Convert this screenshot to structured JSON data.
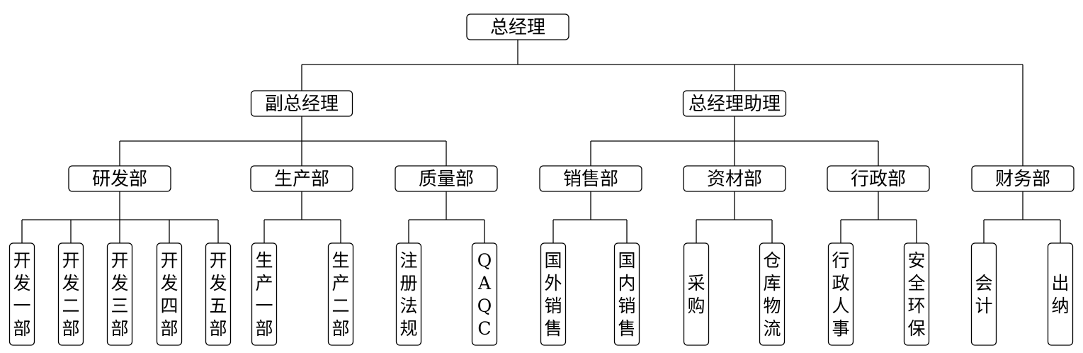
{
  "chart": {
    "root": "总经理",
    "level1": [
      "副总经理",
      "总经理助理"
    ],
    "departments": [
      "研发部",
      "生产部",
      "质量部",
      "销售部",
      "资材部",
      "行政部",
      "财务部"
    ],
    "units": [
      "开发一部",
      "开发二部",
      "开发三部",
      "开发四部",
      "开发五部",
      "生产一部",
      "生产二部",
      "注册法规",
      "QAQC",
      "国外销售",
      "国内销售",
      "采购",
      "仓库物流",
      "行政人事",
      "安全环保",
      "会计",
      "出纳"
    ]
  }
}
